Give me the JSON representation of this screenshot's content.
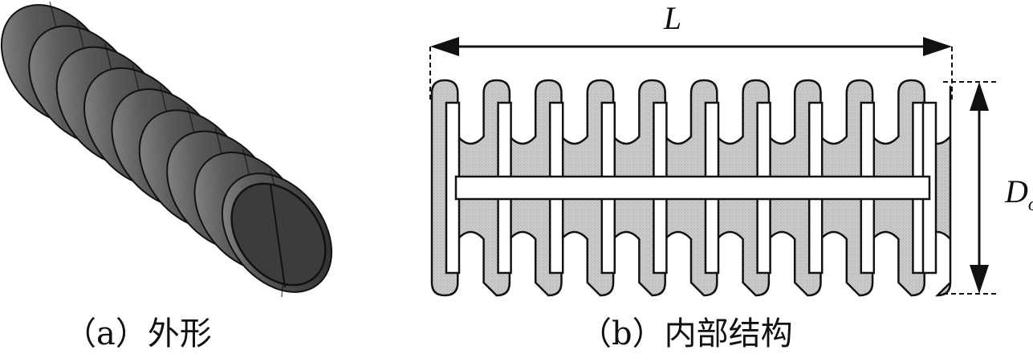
{
  "panel_a": {
    "caption": "（a）外形"
  },
  "panel_b": {
    "caption": "（b）内部结构",
    "length_label": "L",
    "diameter_label": "D",
    "diameter_subscript": "o"
  },
  "colors": {
    "body_dark": "#3a3a3a",
    "body_light": "#8c8c8c",
    "fill_gray": "#c8c8c8",
    "outline": "#111111"
  }
}
